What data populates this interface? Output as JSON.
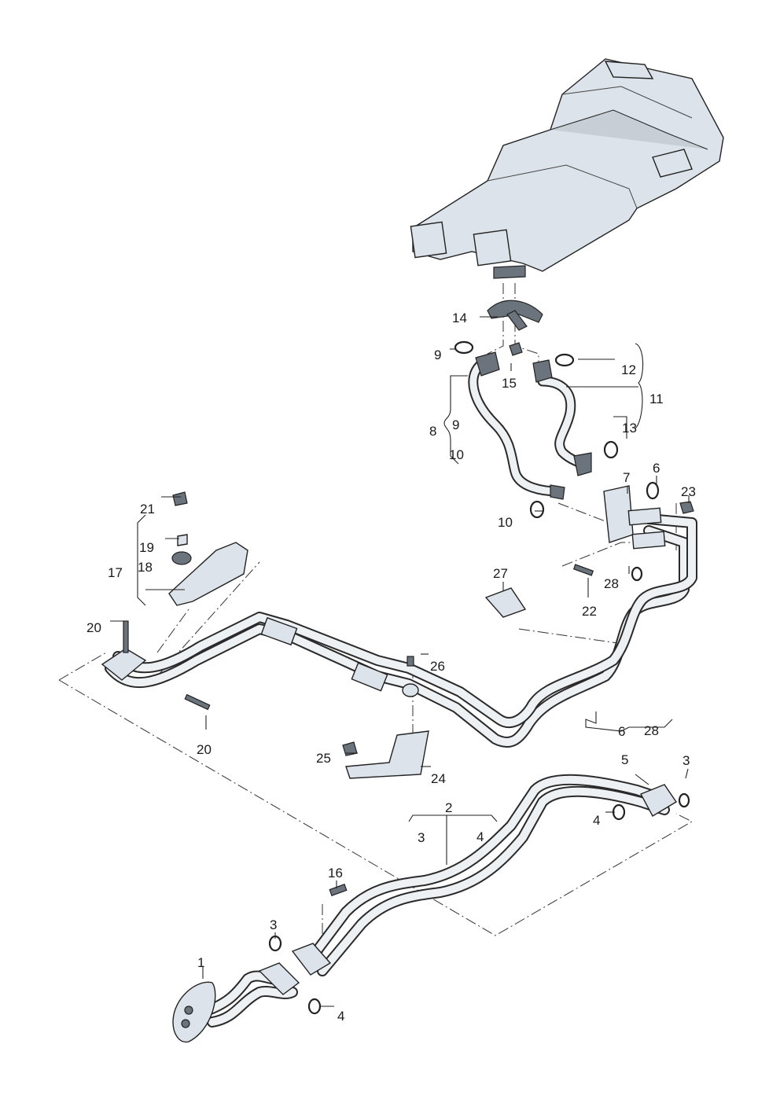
{
  "callouts": [
    {
      "id": "c1",
      "text": "1"
    },
    {
      "id": "c2",
      "text": "2"
    },
    {
      "id": "c3a",
      "text": "3"
    },
    {
      "id": "c3b",
      "text": "3"
    },
    {
      "id": "c3c",
      "text": "3"
    },
    {
      "id": "c4a",
      "text": "4"
    },
    {
      "id": "c4b",
      "text": "4"
    },
    {
      "id": "c4c",
      "text": "4"
    },
    {
      "id": "c5",
      "text": "5"
    },
    {
      "id": "c6a",
      "text": "6"
    },
    {
      "id": "c6b",
      "text": "6"
    },
    {
      "id": "c7",
      "text": "7"
    },
    {
      "id": "c8",
      "text": "8"
    },
    {
      "id": "c9a",
      "text": "9"
    },
    {
      "id": "c9b",
      "text": "9"
    },
    {
      "id": "c10a",
      "text": "10"
    },
    {
      "id": "c10b",
      "text": "10"
    },
    {
      "id": "c11",
      "text": "11"
    },
    {
      "id": "c12",
      "text": "12"
    },
    {
      "id": "c13",
      "text": "13"
    },
    {
      "id": "c14",
      "text": "14"
    },
    {
      "id": "c15",
      "text": "15"
    },
    {
      "id": "c16",
      "text": "16"
    },
    {
      "id": "c17",
      "text": "17"
    },
    {
      "id": "c18",
      "text": "18"
    },
    {
      "id": "c19",
      "text": "19"
    },
    {
      "id": "c20a",
      "text": "20"
    },
    {
      "id": "c20b",
      "text": "20"
    },
    {
      "id": "c21",
      "text": "21"
    },
    {
      "id": "c22",
      "text": "22"
    },
    {
      "id": "c23",
      "text": "23"
    },
    {
      "id": "c24",
      "text": "24"
    },
    {
      "id": "c25",
      "text": "25"
    },
    {
      "id": "c26",
      "text": "26"
    },
    {
      "id": "c27",
      "text": "27"
    },
    {
      "id": "c28a",
      "text": "28"
    },
    {
      "id": "c28b",
      "text": "28"
    }
  ],
  "colors": {
    "line": "#222222",
    "pipe_fill": "#eef1f4",
    "part_fill": "#dde3ea",
    "background": "#ffffff"
  }
}
